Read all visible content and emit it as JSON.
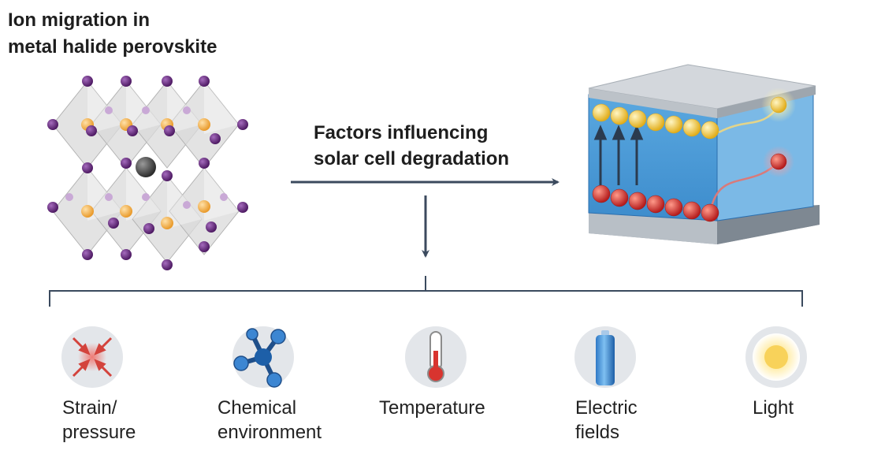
{
  "title": [
    "Ion migration in",
    "metal halide perovskite"
  ],
  "center_title": [
    "Factors influencing",
    "solar cell degradation"
  ],
  "factors": [
    {
      "lines": [
        "Strain/",
        "pressure"
      ],
      "icon": "strain-arrows-icon"
    },
    {
      "lines": [
        "Chemical",
        "environment"
      ],
      "icon": "molecule-icon"
    },
    {
      "lines": [
        "Temperature"
      ],
      "icon": "thermometer-icon"
    },
    {
      "lines": [
        "Electric",
        "fields"
      ],
      "icon": "battery-icon"
    },
    {
      "lines": [
        "Light"
      ],
      "icon": "light-icon"
    }
  ],
  "colors": {
    "text": "#1e1e1e",
    "arrow": "#3b4a5e",
    "icon_bg": "#e3e6ea",
    "cell_blue": "#4f9fdb",
    "ion_yellow": "#f4cc3c",
    "ion_red": "#d8342f",
    "halide_purple": "#6a2a7f"
  }
}
